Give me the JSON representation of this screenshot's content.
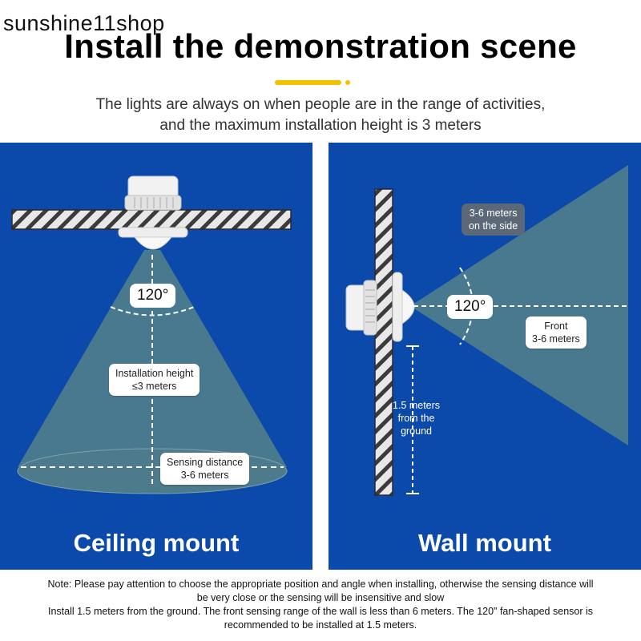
{
  "watermark": "sunshine11shop",
  "header": {
    "title": "Install the demonstration scene",
    "subtitle_line1": "The lights are always on when people are in the range of activities,",
    "subtitle_line2": "and the maximum installation height is 3 meters",
    "accent_color": "#f2c200"
  },
  "ceiling_panel": {
    "angle": "120°",
    "height_label_line1": "Installation height",
    "height_label_line2": "≤3 meters",
    "distance_label_line1": "Sensing distance",
    "distance_label_line2": "3-6 meters",
    "caption": "Ceiling mount"
  },
  "wall_panel": {
    "angle": "120°",
    "side_label_line1": "3-6 meters",
    "side_label_line2": "on the side",
    "front_label_line1": "Front",
    "front_label_line2": "3-6 meters",
    "ground_label_line1": "1.5 meters",
    "ground_label_line2": "from the",
    "ground_label_line3": "ground",
    "caption": "Wall mount"
  },
  "colors": {
    "panel_background": "#0b4aaa",
    "beam": "#4d7b8c"
  },
  "note": {
    "line1": "Note: Please pay attention to choose the appropriate position and angle when installing, otherwise the sensing distance will",
    "line2": "be very close or the sensing will be insensitive and slow",
    "line3": "Install 1.5 meters from the ground. The front sensing range of the wall is less than 6 meters. The 120\" fan-shaped sensor is",
    "line4": "recommended to be installed at 1.5 meters."
  }
}
